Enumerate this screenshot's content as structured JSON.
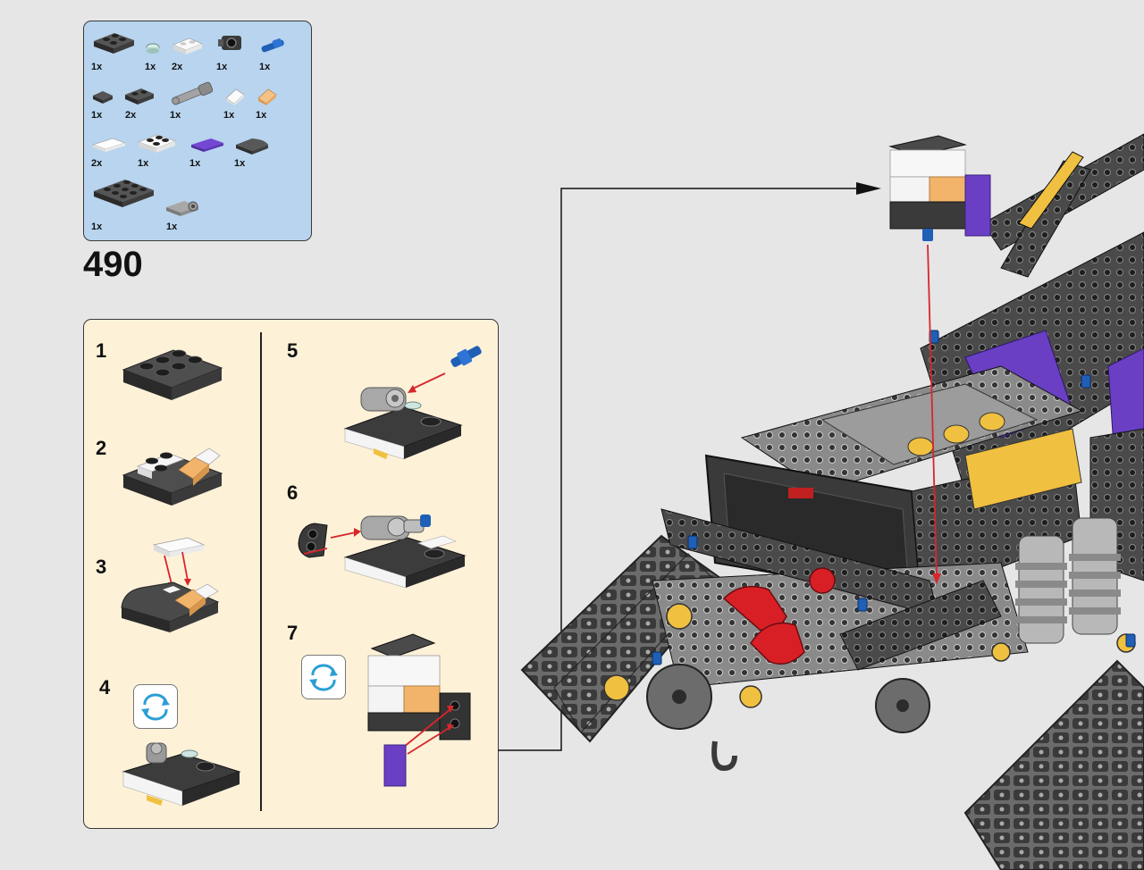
{
  "step": {
    "number": "490"
  },
  "parts_list": {
    "items": [
      {
        "qty": "1x",
        "icon": "plate-2x2-black-icon",
        "color": "#3b3b3b"
      },
      {
        "qty": "1x",
        "icon": "round-tile-transparent-icon",
        "color": "#cfe6e0"
      },
      {
        "qty": "2x",
        "icon": "plate-1x2-white-icon",
        "color": "#f4f4f4"
      },
      {
        "qty": "1x",
        "icon": "technic-connector-black-icon",
        "color": "#3b3b3b"
      },
      {
        "qty": "1x",
        "icon": "axle-pin-blue-icon",
        "color": "#1f5fb5"
      },
      {
        "qty": "1x",
        "icon": "tile-1x1-dark-icon",
        "color": "#4a4a4a"
      },
      {
        "qty": "2x",
        "icon": "plate-1x2-dark-icon",
        "color": "#3b3b3b"
      },
      {
        "qty": "1x",
        "icon": "shock-absorber-grey-icon",
        "color": "#9a9a9a"
      },
      {
        "qty": "1x",
        "icon": "slope-clear-icon",
        "color": "#f2f2f2"
      },
      {
        "qty": "1x",
        "icon": "slope-orange-trans-icon",
        "color": "#f0b36a"
      },
      {
        "qty": "2x",
        "icon": "tile-1x2-clear-icon",
        "color": "#f7f7f7"
      },
      {
        "qty": "1x",
        "icon": "plate-2x2-white-icon",
        "color": "#f4f4f4"
      },
      {
        "qty": "1x",
        "icon": "tile-1x2-purple-icon",
        "color": "#6a3fc4"
      },
      {
        "qty": "1x",
        "icon": "curved-slope-dark-icon",
        "color": "#4a4a4a"
      },
      {
        "qty": "1x",
        "icon": "plate-3x3-dark-icon",
        "color": "#4a4a4a"
      },
      {
        "qty": "1x",
        "icon": "plate-with-hole-grey-icon",
        "color": "#9a9a9a"
      }
    ]
  },
  "substeps": [
    {
      "number": "1"
    },
    {
      "number": "2"
    },
    {
      "number": "3"
    },
    {
      "number": "4"
    },
    {
      "number": "5"
    },
    {
      "number": "6"
    },
    {
      "number": "7"
    }
  ],
  "colors": {
    "parts_panel_bg": "#b8d4ee",
    "substeps_panel_bg": "#fdf1d8",
    "arrow_red": "#d8262b",
    "rotate_blue": "#2a9fd6"
  }
}
